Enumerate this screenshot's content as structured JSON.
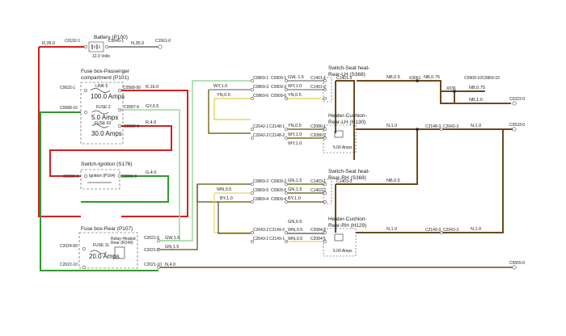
{
  "components": {
    "battery": {
      "title": "Battery (P100)",
      "rating": "12.0 Volts"
    },
    "fuse_pass": {
      "title": [
        "Fuse box-Passenger",
        "compartment (P101)"
      ],
      "link": "LINK 5",
      "link_rating": "100.0 Amps",
      "fuse2": "FUSE 2",
      "fuse2_rating": "5.0 Amps",
      "fuse63": "FUSE 63",
      "fuse63_rating": "30.0 Amps"
    },
    "ignition": {
      "title": "Switch-Ignition (S176)",
      "inner": "Ignition (P164)"
    },
    "fuse_rear": {
      "title": "Fuse box-Rear (P107)",
      "fuse": "FUSE 11",
      "fuse_rating": "20.0 Amps",
      "relay": [
        "Relay-Heated",
        "Rear (R249)"
      ]
    },
    "seat_sw_lh": {
      "title": [
        "Switch-Seat heat-",
        "Rear-LH (S368)"
      ]
    },
    "heater_lh": {
      "title": [
        "Heater-Cushion-",
        "Rear-LH (H130)"
      ],
      "rating": "5.00 Amps"
    },
    "seat_sw_rh": {
      "title": [
        "Switch-Seat heat-",
        "Rear-RH (S369)"
      ]
    },
    "heater_rh": {
      "title": [
        "Heater-Cushion-",
        "Rear-RH (H129)"
      ],
      "rating": "5.00 Amps"
    }
  },
  "connectors": {
    "c0192_1": "C0192-1",
    "c0045_1": "C0045-1",
    "c1561_0": "C1561-0",
    "c0632_1": "C0632-1",
    "c0588_99": "C0588-99",
    "c0588_10": "C0588-10",
    "c0587_6": "C0587-6",
    "c0589_5": "C0589-5",
    "c0099_6": "C0099-6",
    "c0099_9": "C0099-9",
    "c2024_99": "C2024-99",
    "c2022_10": "C2022-10",
    "c2021_6": "C2021-6",
    "c2021_7": "C2021-7",
    "c2021_10": "C2021-10",
    "c0869_1": "C0869-1",
    "c0909_1": "C0909-1",
    "c0869_3": "C0869-3",
    "c0909_3": "C0909-3",
    "c0869_6": "C0869-6",
    "c0909_6": "C0909-6",
    "c1401_1": "C1401-1",
    "c1401_2": "C1401-2",
    "c1401_3": "C1401-3",
    "c2042_1": "C2042-1",
    "c2148_1": "C2148-1",
    "c2042_2": "C2042-2",
    "c2148_2": "C2148-2",
    "c2086_1": "C2086-1",
    "c2086_2": "C2086-2",
    "c2148_3": "C2148-3",
    "c2042_3": "C2042-3",
    "x3061": "X3061",
    "x036": "X036",
    "c0909_10": "C0909-10",
    "c0869_10": "C0869-10",
    "c0322_0": "C0322-0",
    "c0533_0": "C0533-0",
    "c0869_2": "C0869-2",
    "c0909_2": "C0909-2",
    "c0869_5": "C0869-5",
    "c0909_5": "C0909-5",
    "c0869_4": "C0869-4",
    "c0909_4": "C0909-4",
    "c1403_1": "C1403-1",
    "c1403_2": "C1403-2",
    "c1403_3": "C1403-3",
    "c2043_2": "C2043-2",
    "c2149_2": "C2149-2",
    "c2043_1": "C2043-1",
    "c2149_1": "C2149-1",
    "c2084_2": "C2084-2",
    "c2084_1": "C2084-1",
    "c2149_3": "C2149-3",
    "c2043_3": "C2043-3",
    "c5555_0": "C5555-0"
  },
  "wires": {
    "r35": "R,35.0",
    "n35": "N,35.0",
    "r16": "R,16.0",
    "gy05": "GY,0.5",
    "r40": "R,4.0",
    "g40": "G,4.0",
    "gw15_a": "GW,1.5",
    "gn15_a": "GN,1.5",
    "n40": "N,4.0",
    "gw15_b": "GW, 1.5",
    "wy10_a": "WY,1.0",
    "wy10_b": "WY,1.0",
    "yn05_a": "YN,0.5",
    "yn05_b": "YN,0.5",
    "yn05_c": "YN,0.5",
    "wy10_c": "WY,1.0",
    "wy10_d": "WY,1.0",
    "nb05_a": "NB,0.5",
    "nb075_a": "NB,0.75",
    "nb075_b": "NB,0.75",
    "nb10": "NB,1.0",
    "n10_a": "N,1.0",
    "n10_b": "N,1.0",
    "gn15_b": "GN,1.5",
    "gn15_c": "GN,1.5",
    "wn05_a": "WN,0.5",
    "by10_a": "BY,1.0",
    "by10_b": "BY,1.0",
    "gn05": "GN,0.5",
    "wn05_b": "WN,0.5",
    "wn05_c": "WN,0.5",
    "nb05_b": "NB,0.5",
    "n10_c": "N,1.0",
    "n10_d": "N,1.0"
  },
  "colors": {
    "red": "#d32020",
    "green": "#2f9a2f",
    "light_green": "#9ed79e",
    "yellow": "#e8d46a",
    "olive": "#77702a",
    "brown": "#6b4a1e",
    "black": "#222222"
  }
}
